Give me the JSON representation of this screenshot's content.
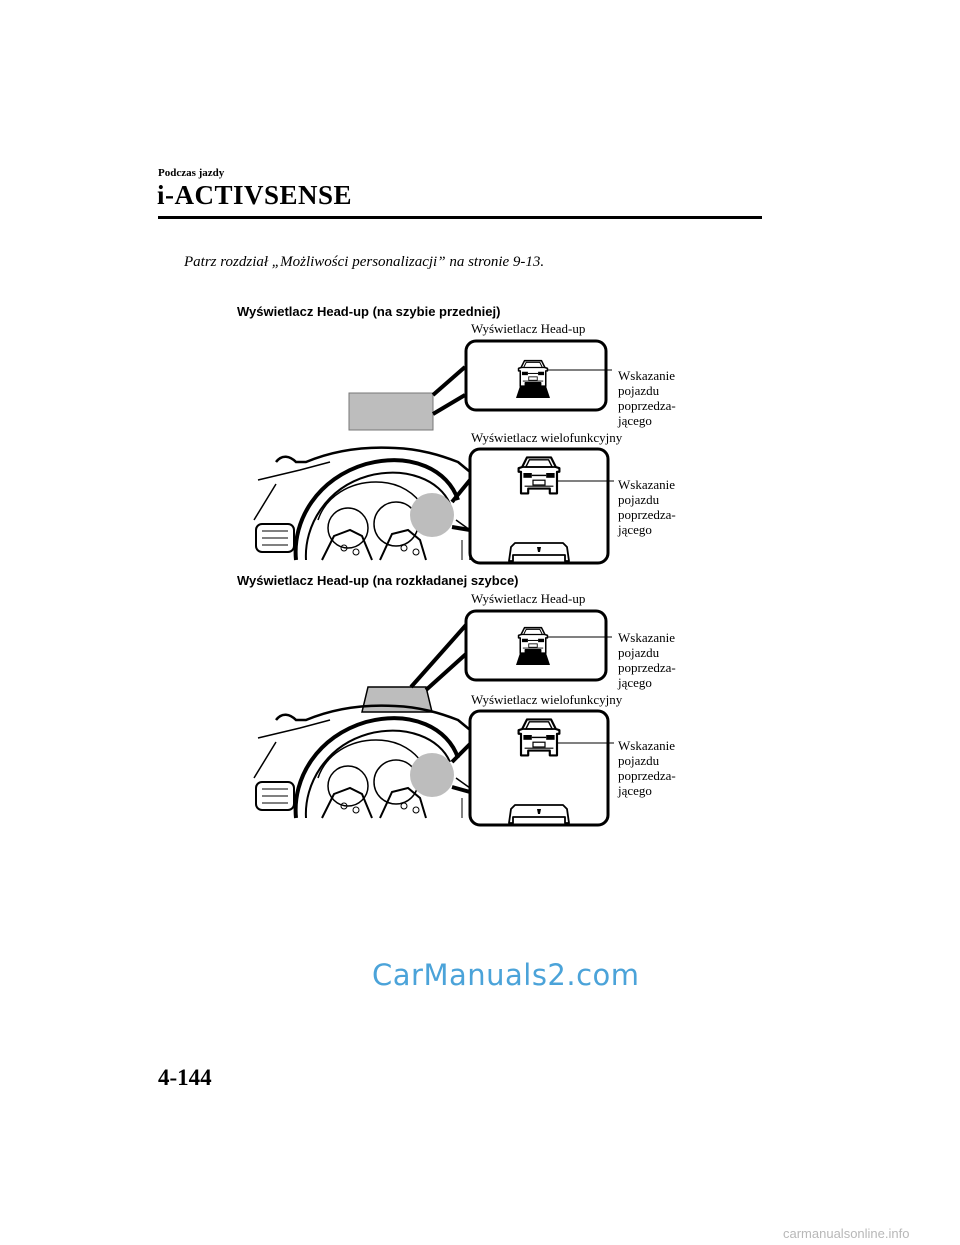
{
  "header": {
    "section": "Podczas jazdy",
    "title": "i-ACTIVSENSE"
  },
  "intro": "Patrz rozdział „Możliwości personalizacji” na stronie 9-13.",
  "figure1": {
    "heading": "Wyświetlacz Head-up (na szybie przedniej)",
    "hud_label": "Wyświetlacz Head-up",
    "hud_callout": [
      "Wskazanie",
      "pojazdu",
      "poprzedza-",
      "jącego"
    ],
    "mid_label": "Wyświetlacz wielofunkcyjny",
    "mid_callout": [
      "Wskazanie",
      "pojazdu",
      "poprzedza-",
      "jącego"
    ]
  },
  "figure2": {
    "heading": "Wyświetlacz Head-up (na rozkładanej szybce)",
    "hud_label": "Wyświetlacz Head-up",
    "hud_callout": [
      "Wskazanie",
      "pojazdu",
      "poprzedza-",
      "jącego"
    ],
    "mid_label": "Wyświetlacz wielofunkcyjny",
    "mid_callout": [
      "Wskazanie",
      "pojazdu",
      "poprzedza-",
      "jącego"
    ]
  },
  "watermark": "CarManuals2.com",
  "page_number": "4-144",
  "site_mark": "carmanualsonline.info",
  "colors": {
    "watermark": "#4ba3d9",
    "gray_fill": "#bdbdbd"
  }
}
